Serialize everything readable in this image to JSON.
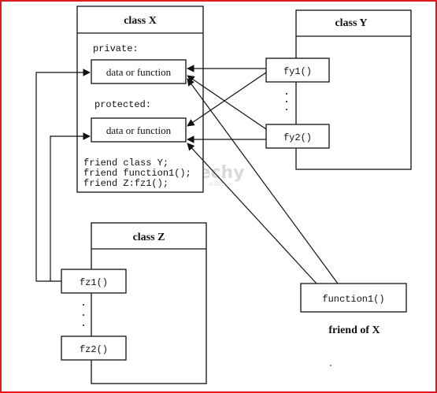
{
  "class_x": {
    "title": "class X",
    "private_label": "private:",
    "protected_label": "protected:",
    "member1": "data or function",
    "member2": "data or function",
    "friend_decls": [
      "friend class Y;",
      "friend function1();",
      "friend Z:fz1();"
    ]
  },
  "class_y": {
    "title": "class Y",
    "methods": [
      "fy1()",
      "fy2()"
    ]
  },
  "class_z": {
    "title": "class Z",
    "methods": [
      "fz1()",
      "fz2()"
    ]
  },
  "function1": {
    "label": "function1()",
    "caption": "friend of X"
  },
  "watermark": {
    "text": "wikitechy",
    "sub": ".com"
  },
  "colors": {
    "border": "#e01b1b",
    "ink": "#111111"
  }
}
